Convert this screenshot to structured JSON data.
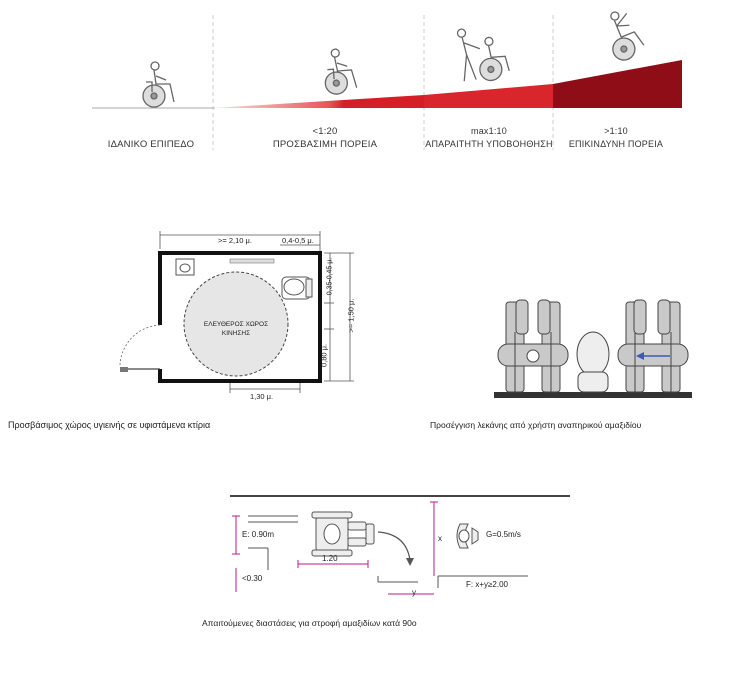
{
  "slope_diagram": {
    "levels": [
      {
        "ratio": "",
        "label": "ΙΔΑΝΙΚΟ ΕΠΙΠΕΔΟ"
      },
      {
        "ratio": "<1:20",
        "label": "ΠΡΟΣΒΑΣΙΜΗ ΠΟΡΕΙΑ"
      },
      {
        "ratio": "max1:10",
        "label": "ΑΠΑΡΑΙΤΗΤΗ ΥΠΟΒΟΗΘΗΣΗ"
      },
      {
        "ratio": ">1:10",
        "label": "ΕΠΙΚΙΝΔΥΝΗ ΠΟΡΕΙΑ"
      }
    ],
    "colors": {
      "light": "#f3c9c9",
      "mid": "#e0242a",
      "dark": "#8e0d16"
    }
  },
  "toilet_plan": {
    "dim_top_total": ">= 2,10 μ.",
    "dim_top_partial": "0,4-0,5 μ.",
    "dim_right_top": "0,35-0,45 μ.",
    "dim_right_total": ">= 1,50 μ.",
    "dim_right_bottom": "0,80 μ.",
    "dim_bottom": "1,30 μ.",
    "circle_line1": "ΕΛΕΥΘΕΡΟΣ ΧΩΡΟΣ",
    "circle_line2": "ΚΙΝΗΣΗΣ",
    "caption": "Προσβάσιμος χώρος υγιεινής σε υφιστάμενα κτίρια"
  },
  "approach": {
    "caption": "Προσέγγιση λεκάνης από χρήστη αναπηρικού αμαξιδίου",
    "arrow_color": "#3b5ab8"
  },
  "turning": {
    "label_e": "E: 0.90m",
    "label_g": "G=0.5m/s",
    "label_120": "1.20",
    "label_030": "<0.30",
    "label_x": "x",
    "label_y": "y",
    "label_f": "F: x+y≥2.00",
    "caption": "Απαιτούμενες διαστάσεις για στροφή αμαξιδίων κατά 90o"
  }
}
